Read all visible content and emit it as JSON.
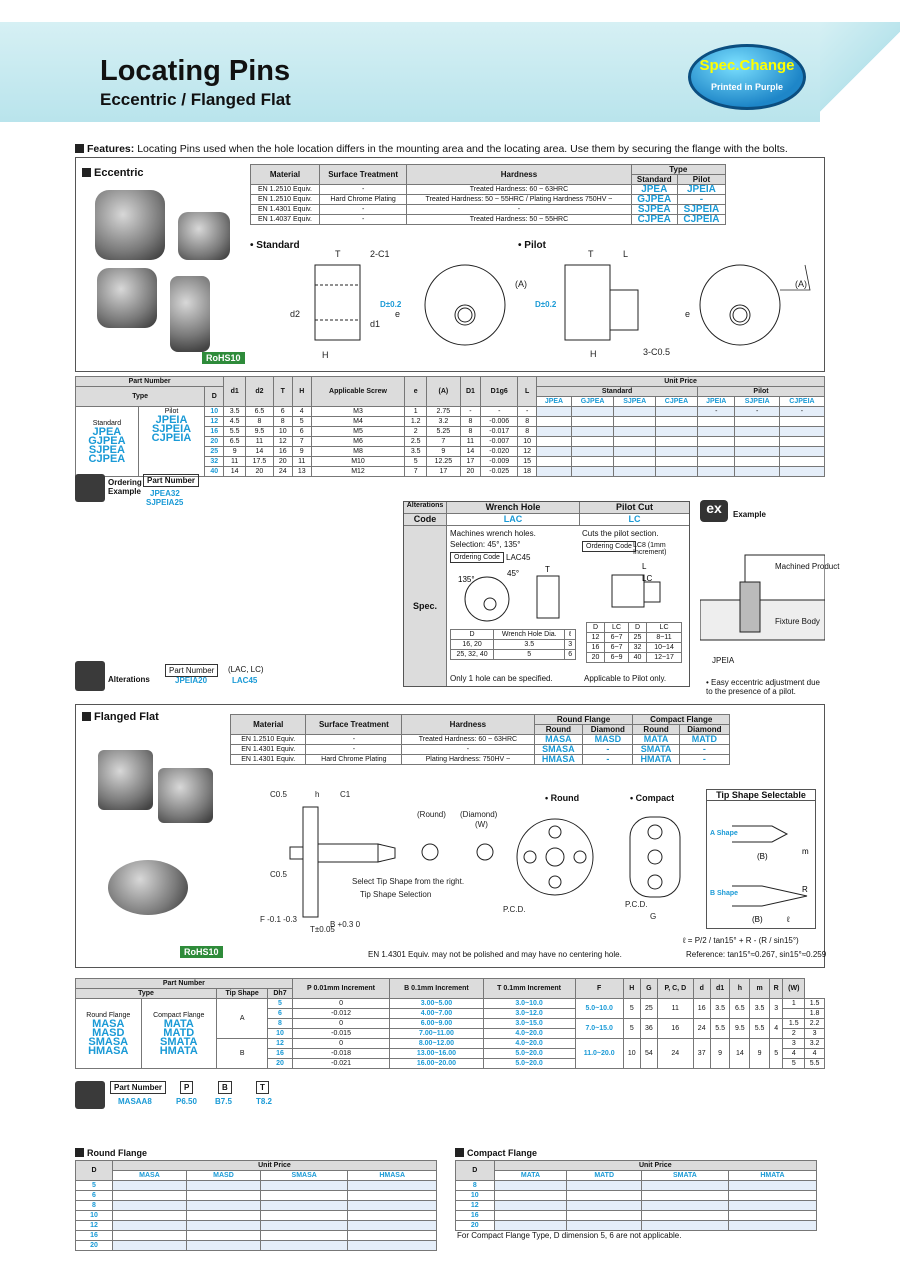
{
  "title": "Locating Pins",
  "subtitle": "Eccentric / Flanged Flat",
  "badge": {
    "line1": "Spec.Change",
    "line2": "Printed in Purple"
  },
  "features": {
    "label": "Features:",
    "text": "Locating Pins used when the hole location differs in the mounting area and the locating area. Use them by securing the flange with the bolts."
  },
  "eccentric": {
    "heading": "Eccentric",
    "rohs": "RoHS10",
    "mat_headers": {
      "material": "Material",
      "surface": "Surface Treatment",
      "hardness": "Hardness",
      "type": "Type",
      "standard": "Standard",
      "pilot": "Pilot"
    },
    "mat_rows": [
      {
        "m": "EN 1.2510 Equiv.",
        "s": "-",
        "h": "Treated Hardness: 60 ~ 63HRC",
        "std": "JPEA",
        "pil": "JPEIA"
      },
      {
        "m": "EN 1.2510 Equiv.",
        "s": "Hard Chrome Plating",
        "h": "Treated Hardness: 50 ~ 55HRC / Plating Hardness 750HV ~",
        "std": "GJPEA",
        "pil": "-"
      },
      {
        "m": "EN 1.4301 Equiv.",
        "s": "-",
        "h": "-",
        "std": "SJPEA",
        "pil": "SJPEIA"
      },
      {
        "m": "EN 1.4037 Equiv.",
        "s": "-",
        "h": "Treated Hardness: 50 ~ 55HRC",
        "std": "CJPEA",
        "pil": "CJPEIA"
      }
    ],
    "standard_label": "• Standard",
    "pilot_label": "• Pilot",
    "pn_headers": [
      "Part Number",
      "Type",
      "D",
      "d1",
      "d2",
      "T",
      "H",
      "Applicable Screw",
      "e",
      "(A)",
      "D1",
      "D1g6",
      "L",
      "Unit Price",
      "Standard",
      "Pilot"
    ],
    "price_cols": [
      "JPEA",
      "GJPEA",
      "SJPEA",
      "CJPEA",
      "JPEIA",
      "SJPEIA",
      "CJPEIA"
    ],
    "type_std": [
      "Standard",
      "JPEA",
      "GJPEA",
      "SJPEA",
      "CJPEA"
    ],
    "type_pil": [
      "Pilot",
      "JPEIA",
      "SJPEIA",
      "CJPEIA"
    ],
    "rows": [
      {
        "D": "10",
        "d1": "3.5",
        "d2": "6.5",
        "T": "6",
        "H": "4",
        "scr": "M3",
        "e": "1",
        "A": "2.75",
        "D1": "-",
        "g6": "-",
        "L": "-"
      },
      {
        "D": "12",
        "d1": "4.5",
        "d2": "8",
        "T": "8",
        "H": "5",
        "scr": "M4",
        "e": "1.2",
        "A": "3.2",
        "D1": "8",
        "g6": "-0.006",
        "L": "8"
      },
      {
        "D": "16",
        "d1": "5.5",
        "d2": "9.5",
        "T": "10",
        "H": "6",
        "scr": "M5",
        "e": "2",
        "A": "5.25",
        "D1": "8",
        "g6": "-0.017",
        "L": "8"
      },
      {
        "D": "20",
        "d1": "6.5",
        "d2": "11",
        "T": "12",
        "H": "7",
        "scr": "M6",
        "e": "2.5",
        "A": "7",
        "D1": "11",
        "g6": "-0.007",
        "L": "10"
      },
      {
        "D": "25",
        "d1": "9",
        "d2": "14",
        "T": "16",
        "H": "9",
        "scr": "M8",
        "e": "3.5",
        "A": "9",
        "D1": "14",
        "g6": "-0.020",
        "L": "12"
      },
      {
        "D": "32",
        "d1": "11",
        "d2": "17.5",
        "T": "20",
        "H": "11",
        "scr": "M10",
        "e": "5",
        "A": "12.25",
        "D1": "17",
        "g6": "-0.009",
        "L": "15"
      },
      {
        "D": "40",
        "d1": "14",
        "d2": "20",
        "T": "24",
        "H": "13",
        "scr": "M12",
        "e": "7",
        "A": "17",
        "D1": "20",
        "g6": "-0.025",
        "L": "18"
      }
    ],
    "pilot_prices_dash": "-",
    "ordering": {
      "label": "Ordering Example",
      "pn_label": "Part Number",
      "examples": [
        "JPEA32",
        "SJPEIA25"
      ]
    }
  },
  "alterations": {
    "headers": {
      "alt": "Alterations",
      "code": "Code",
      "wh": "Wrench Hole",
      "pc": "Pilot Cut",
      "spec": "Spec."
    },
    "wh_code": "LAC",
    "pc_code": "LC",
    "wh_desc1": "Machines wrench holes.",
    "wh_desc2": "Selection: 45°, 135°",
    "wh_ord_label": "Ordering Code",
    "wh_ord_val": "LAC45",
    "wh_table_h": [
      "D",
      "Wrench Hole Dia.",
      "ℓ"
    ],
    "wh_rows": [
      [
        "16, 20",
        "3.5",
        "3"
      ],
      [
        "25, 32, 40",
        "5",
        "6"
      ]
    ],
    "wh_note": "Only 1 hole can be specified.",
    "pc_desc": "Cuts the pilot section.",
    "pc_ord_label": "Ordering Code",
    "pc_ord_val": "LC8 (1mm Increment)",
    "pc_rows": [
      [
        "D",
        "LC",
        "D",
        "LC"
      ],
      [
        "12",
        "6~7",
        "25",
        "8~11"
      ],
      [
        "16",
        "6~7",
        "32",
        "10~14"
      ],
      [
        "20",
        "6~9",
        "40",
        "12~17"
      ]
    ],
    "pc_note": "Applicable to Pilot only.",
    "order_line": {
      "label": "Alterations",
      "pn": "Part Number",
      "codes": "(LAC, LC)",
      "ex_pn": "JPEIA20",
      "ex_code": "LAC45"
    },
    "example": {
      "label": "Example",
      "machined": "Machined Product",
      "fixture": "Fixture Body",
      "jpeia": "JPEIA",
      "note": "• Easy eccentric adjustment due to the presence of a pilot."
    }
  },
  "flanged": {
    "heading": "Flanged Flat",
    "rohs": "RoHS10",
    "mat_headers": {
      "material": "Material",
      "surface": "Surface Treatment",
      "hardness": "Hardness",
      "rf": "Round Flange",
      "cf": "Compact Flange",
      "round": "Round",
      "diamond": "Diamond"
    },
    "mat_rows": [
      {
        "m": "EN 1.2510 Equiv.",
        "s": "-",
        "h": "Treated Hardness: 60 ~ 63HRC",
        "r1": "MASA",
        "d1": "MASD",
        "r2": "MATA",
        "d2": "MATD"
      },
      {
        "m": "EN 1.4301 Equiv.",
        "s": "-",
        "h": "-",
        "r1": "SMASA",
        "d1": "-",
        "r2": "SMATA",
        "d2": "-"
      },
      {
        "m": "EN 1.4301 Equiv.",
        "s": "Hard Chrome Plating",
        "h": "Plating Hardness: 750HV ~",
        "r1": "HMASA",
        "d1": "-",
        "r2": "HMATA",
        "d2": "-"
      }
    ],
    "round_label": "• Round",
    "compact_label": "• Compact",
    "tip_title": "Tip Shape Selectable",
    "tip_a": "A Shape",
    "tip_b": "B Shape",
    "diag_labels": {
      "round": "(Round)",
      "diamond": "(Diamond)",
      "w": "(W)",
      "select": "Select Tip Shape from the right.",
      "tipsel": "Tip Shape Selection"
    },
    "note_polish": "EN 1.4301 Equiv. may not be polished and may have no centering hole.",
    "formula": "ℓ = P/2 / tan15° + R - (R / sin15°)",
    "reference": "Reference: tan15°≈0.267, sin15°≈0.259",
    "pn_headers": {
      "pn": "Part Number",
      "type": "Type",
      "tip": "Tip Shape",
      "d": "Dh7",
      "p": "P 0.01mm Increment",
      "b": "B 0.1mm Increment",
      "t": "T 0.1mm Increment",
      "f": "F",
      "h": "H",
      "g": "G",
      "pcd": "P, C, D",
      "dd": "d",
      "d1": "d1",
      "hh": "h",
      "m": "m",
      "r": "R",
      "w": "(W)"
    },
    "type_round": [
      "Round Flange",
      "MASA",
      "MASD",
      "SMASA",
      "HMASA"
    ],
    "type_compact": [
      "Compact Flange",
      "MATA",
      "MATD",
      "SMATA",
      "HMATA"
    ],
    "tips": [
      "A",
      "B"
    ],
    "rows": [
      {
        "D": "5",
        "tol": "0",
        "P": "3.00~5.00",
        "B": "3.0~10.0",
        "R": "1",
        "W": "1.5"
      },
      {
        "D": "6",
        "tol": "-0.012",
        "P": "4.00~7.00",
        "B": "3.0~12.0",
        "R": "",
        "W": "1.8"
      },
      {
        "D": "8",
        "tol": "0",
        "P": "6.00~9.00",
        "B": "3.0~15.0",
        "R": "1.5",
        "W": "2.2"
      },
      {
        "D": "10",
        "tol": "-0.015",
        "P": "7.00~11.00",
        "B": "4.0~20.0",
        "R": "2",
        "W": "3"
      },
      {
        "D": "12",
        "tol": "0",
        "P": "8.00~12.00",
        "B": "4.0~20.0",
        "R": "3",
        "W": "3.2"
      },
      {
        "D": "16",
        "tol": "-0.018",
        "P": "13.00~16.00",
        "B": "5.0~20.0",
        "R": "4",
        "W": "4"
      },
      {
        "D": "20",
        "tol": "-0.021",
        "P": "16.00~20.00",
        "B": "5.0~20.0",
        "R": "5",
        "W": "5.5"
      }
    ],
    "groups": [
      {
        "T": "5.0~10.0",
        "F": "5",
        "H": "25",
        "G": "11",
        "PCD": "16",
        "d": "3.5",
        "d1": "6.5",
        "h": "3.5",
        "m": "3"
      },
      {
        "T": "7.0~15.0",
        "F": "5",
        "H": "36",
        "G": "16",
        "PCD": "24",
        "d": "5.5",
        "d1": "9.5",
        "h": "5.5",
        "m": "4"
      },
      {
        "T": "11.0~20.0",
        "F": "10",
        "H": "54",
        "G": "24",
        "PCD": "37",
        "d": "9",
        "d1": "14",
        "h": "9",
        "m": "5"
      }
    ],
    "order": {
      "pn": "Part Number",
      "p": "P",
      "b": "B",
      "t": "T",
      "example": [
        "MASAA8",
        "P6.50",
        "B7.5",
        "T8.2"
      ]
    }
  },
  "round_price": {
    "title": "Round Flange",
    "d": "D",
    "unit": "Unit Price",
    "cols": [
      "MASA",
      "MASD",
      "SMASA",
      "HMASA"
    ],
    "rows": [
      "5",
      "6",
      "8",
      "10",
      "12",
      "16",
      "20"
    ]
  },
  "compact_price": {
    "title": "Compact Flange",
    "d": "D",
    "unit": "Unit Price",
    "cols": [
      "MATA",
      "MATD",
      "SMATA",
      "HMATA"
    ],
    "rows": [
      "8",
      "10",
      "12",
      "16",
      "20"
    ],
    "note": "For Compact Flange Type, D dimension 5, 6 are not applicable."
  },
  "colors": {
    "accent": "#1a9ad6",
    "header_bg": "#c6eaf0",
    "price_bg": "#e5eef9"
  }
}
